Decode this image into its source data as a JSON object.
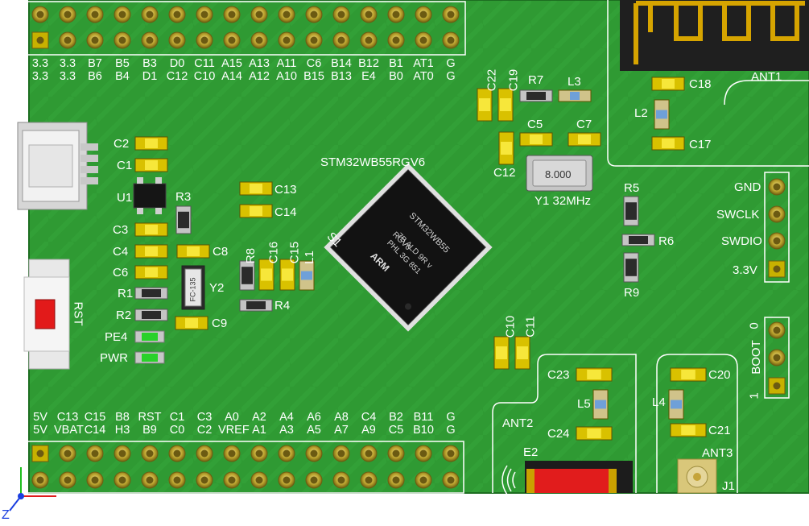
{
  "board": {
    "mcu_label": "STM32WB55RGV6",
    "chip_marking": [
      "STM32WB55",
      "RGV6",
      "7B ALD 9R v",
      "PHL 3G 851"
    ],
    "chip_brand": "ARM",
    "chip_dot_label": "S1",
    "crystal_label": "Y1 32MHz",
    "crystal_marking": "8.000",
    "crystal2_label": "Y2",
    "crystal2_marking": "FC-135",
    "regulator_label": "U1",
    "reset_label": "RST",
    "led_labels": [
      "PE4",
      "PWR"
    ],
    "antennas": {
      "ant1": "ANT1",
      "ant2": "ANT2",
      "ant3": "ANT3",
      "e2": "E2",
      "j1": "J1"
    },
    "swd": {
      "labels": [
        "GND",
        "SWCLK",
        "SWDIO",
        "3.3V"
      ]
    },
    "boot": {
      "label": "BOOT",
      "top": "0",
      "bottom": "1"
    },
    "axis": {
      "z": "Z"
    },
    "colors": {
      "pcb": "#2e9b32",
      "silkscreen": "#ffffff",
      "pad": "#b8a400",
      "antenna_gold": "#d6a400"
    }
  },
  "top_header": {
    "row1": [
      "3.3",
      "3.3",
      "B7",
      "B5",
      "B3",
      "D0",
      "C11",
      "A15",
      "A13",
      "A11",
      "C6",
      "B14",
      "B12",
      "B1",
      "AT1",
      "G"
    ],
    "row2": [
      "3.3",
      "3.3",
      "B6",
      "B4",
      "D1",
      "C12",
      "C10",
      "A14",
      "A12",
      "A10",
      "B15",
      "B13",
      "E4",
      "B0",
      "AT0",
      "G"
    ]
  },
  "bottom_header": {
    "row1": [
      "5V",
      "C13",
      "C15",
      "B8",
      "RST",
      "C1",
      "C3",
      "A0",
      "A2",
      "A4",
      "A6",
      "A8",
      "C4",
      "B2",
      "B11",
      "G"
    ],
    "row2": [
      "5V",
      "VBAT",
      "C14",
      "H3",
      "B9",
      "C0",
      "C2",
      "VREF",
      "A1",
      "A3",
      "A5",
      "A7",
      "A9",
      "C5",
      "B10",
      "G"
    ]
  },
  "components": {
    "C2": "C2",
    "C1": "C1",
    "C3": "C3",
    "C4": "C4",
    "C6": "C6",
    "R1": "R1",
    "R2": "R2",
    "R3": "R3",
    "C8": "C8",
    "C9": "C9",
    "C13": "C13",
    "C14": "C14",
    "R8": "R8",
    "C16": "C16",
    "C15": "C15",
    "L1": "L1",
    "R4": "R4",
    "C22": "C22",
    "C19": "C19",
    "R7": "R7",
    "L3": "L3",
    "C5": "C5",
    "C7": "C7",
    "C12": "C12",
    "R5": "R5",
    "R6": "R6",
    "R9": "R9",
    "C18": "C18",
    "L2": "L2",
    "C17": "C17",
    "C10": "C10",
    "C11": "C11",
    "C23": "C23",
    "L5": "L5",
    "C24": "C24",
    "C20": "C20",
    "L4": "L4",
    "C21": "C21"
  }
}
